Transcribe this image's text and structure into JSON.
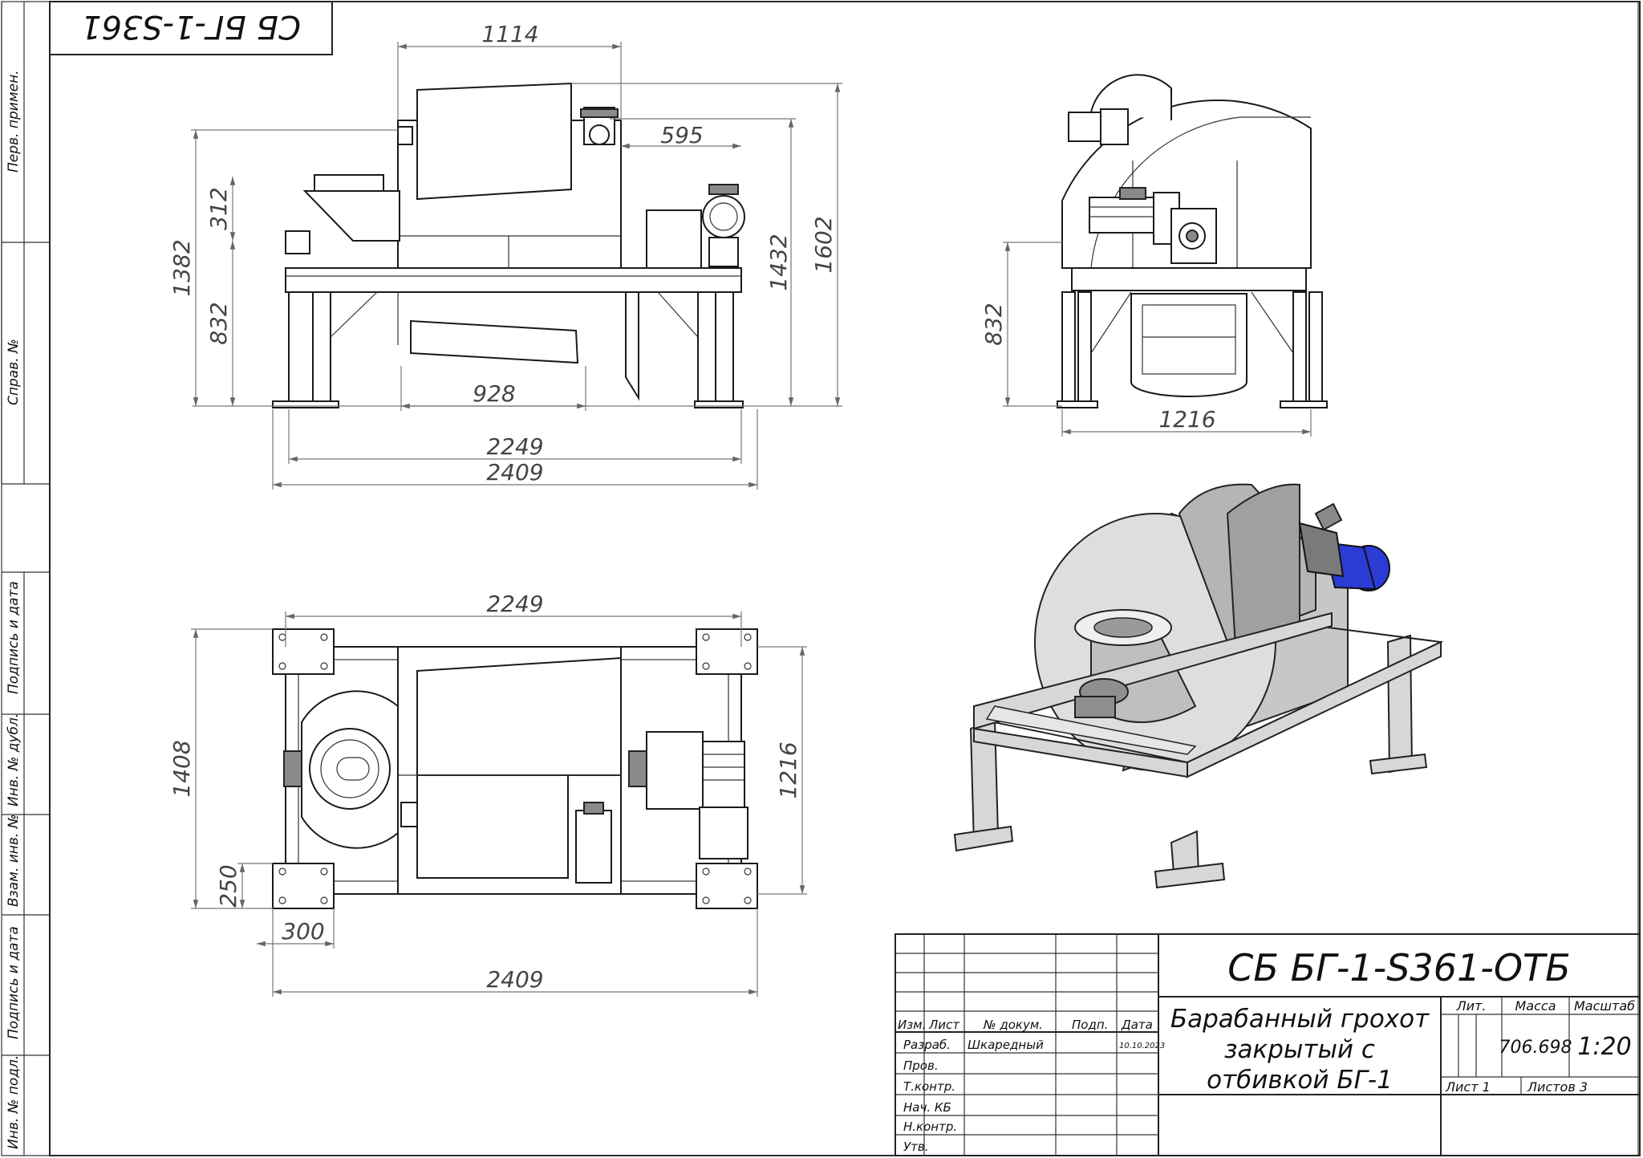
{
  "stamp_code": "СБ БГ-1-S361",
  "side_labels": [
    "Перв. примен.",
    "Справ. №",
    "Подпись и дата",
    "Инв. № дубл.",
    "Взам. инв. №",
    "Подпись и дата",
    "Инв. № подл."
  ],
  "front_view": {
    "dims": {
      "top_width": "1114",
      "offset_595": "595",
      "height_312": "312",
      "height_1382": "1382",
      "height_832": "832",
      "height_1432": "1432",
      "height_1602": "1602",
      "bottom_928": "928",
      "width_2249": "2249",
      "width_2409": "2409"
    }
  },
  "side_view": {
    "dims": {
      "height_832": "832",
      "width_1216": "1216"
    }
  },
  "top_view": {
    "dims": {
      "width_2249": "2249",
      "height_1408": "1408",
      "height_1216": "1216",
      "height_250": "250",
      "width_300": "300",
      "width_2409": "2409"
    }
  },
  "title_block": {
    "doc_code": "СБ БГ-1-S361-ОТБ",
    "name_line1": "Барабанный грохот",
    "name_line2": "закрытый с",
    "name_line3": "отбивкой БГ-1",
    "col_izm": "Изм.",
    "col_list": "Лист",
    "col_dokum": "№ докум.",
    "col_podp": "Подп.",
    "col_data": "Дата",
    "row_razrab": "Разраб.",
    "razrab_name": "Шкаредный",
    "razrab_date": "10.10.2023",
    "row_prov": "Пров.",
    "row_tkontr": "Т.контр.",
    "row_nach": "Нач. КБ",
    "row_nkontr": "Н.контр.",
    "row_utv": "Утв.",
    "lit_label": "Лит.",
    "mass_label": "Масса",
    "scale_label": "Масштаб",
    "mass_value": "706.698",
    "scale_value": "1:20",
    "sheet_label": "Лист 1",
    "sheets_label": "Листов 3"
  },
  "colors": {
    "motor_blue": "#2b3bd6",
    "metal_grey": "#d7d7d7"
  }
}
